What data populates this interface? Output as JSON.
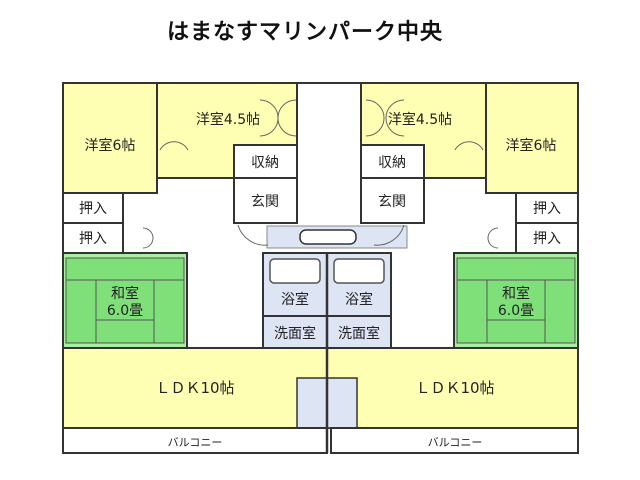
{
  "title": "はまなすマリンパーク中央",
  "colors": {
    "western_room": "#ffffb4",
    "japanese_room": "#a8f0a0",
    "japanese_inner": "#7fe07a",
    "wet_area": "#dde4f4",
    "storage": "#ffffff",
    "wall": "#333333",
    "background": "#ffffff"
  },
  "units": {
    "left": {
      "western_large": "洋室6帖",
      "western_small": "洋室4.5帖",
      "closet": "収納",
      "entrance": "玄関",
      "closets": [
        "押入",
        "押入"
      ],
      "washitsu_line1": "和室",
      "washitsu_line2": "6.0畳",
      "bath": "浴室",
      "washroom": "洗面室",
      "ldk": "ＬＤＫ10帖",
      "balcony": "バルコニー"
    },
    "right": {
      "western_large": "洋室6帖",
      "western_small": "洋室4.5帖",
      "closet": "収納",
      "entrance": "玄関",
      "closets": [
        "押入",
        "押入"
      ],
      "washitsu_line1": "和室",
      "washitsu_line2": "6.0畳",
      "bath": "浴室",
      "washroom": "洗面室",
      "ldk": "ＬＤＫ10帖",
      "balcony": "バルコニー"
    }
  }
}
